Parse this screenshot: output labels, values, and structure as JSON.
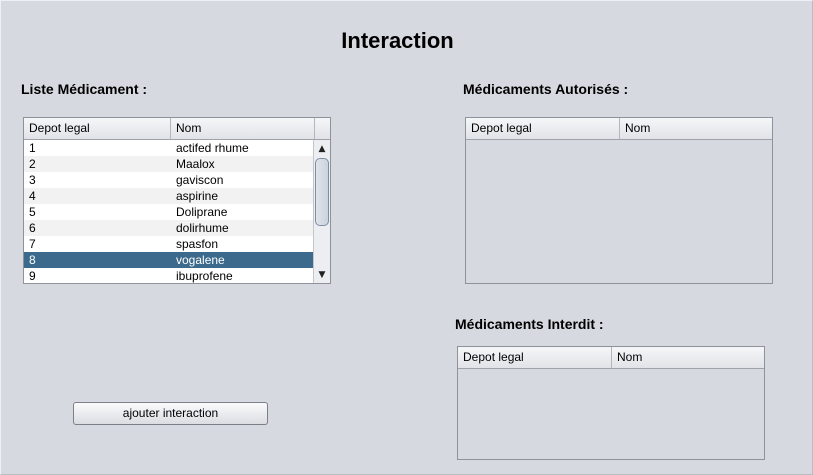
{
  "window": {
    "title": "Interaction"
  },
  "sections": {
    "list_label": "Liste Médicament :",
    "authorized_label": "Médicaments Autorisés :",
    "forbidden_label": "Médicaments Interdit :"
  },
  "columns": {
    "depot": "Depot legal",
    "nom": "Nom"
  },
  "medicaments": [
    {
      "depot": "1",
      "nom": "actifed rhume"
    },
    {
      "depot": "2",
      "nom": "Maalox"
    },
    {
      "depot": "3",
      "nom": "gaviscon"
    },
    {
      "depot": "4",
      "nom": "aspirine"
    },
    {
      "depot": "5",
      "nom": "Doliprane"
    },
    {
      "depot": "6",
      "nom": "dolirhume"
    },
    {
      "depot": "7",
      "nom": "spasfon"
    },
    {
      "depot": "8",
      "nom": "vogalene"
    },
    {
      "depot": "9",
      "nom": "ibuprofene"
    }
  ],
  "selected_row": "8",
  "scroll": {
    "up_icon": "▲",
    "down_icon": "▼"
  },
  "actions": {
    "add_interaction": "ajouter interaction"
  },
  "colors": {
    "selection": "#3b6a8c",
    "background": "#d6d9df"
  }
}
